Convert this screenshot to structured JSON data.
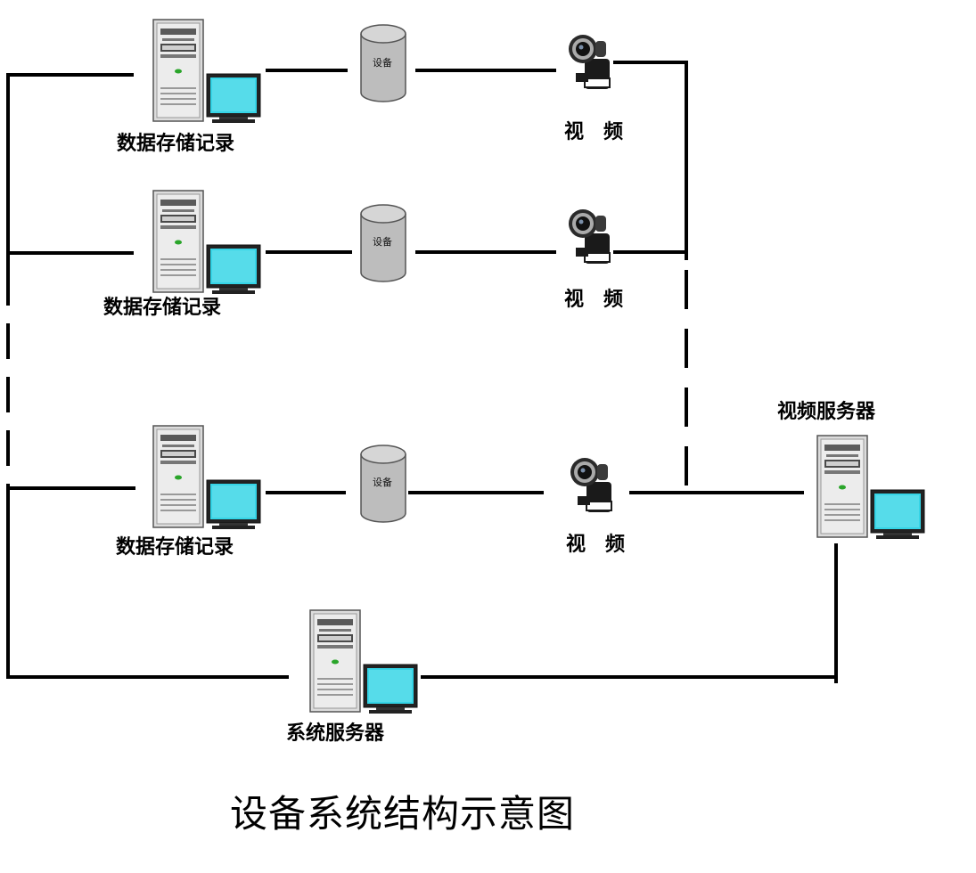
{
  "title": "设备系统结构示意图",
  "rows": [
    {
      "recorder_label": "数据存储记录",
      "device_label": "设备",
      "camera_label": "视　频"
    },
    {
      "recorder_label": "数据存储记录",
      "device_label": "设备",
      "camera_label": "视　频"
    },
    {
      "recorder_label": "数据存储记录",
      "device_label": "设备",
      "camera_label": "视　频"
    }
  ],
  "video_server_label": "视频服务器",
  "system_server_label": "系统服务器",
  "colors": {
    "line": "#000000",
    "monitor_screen": "#35d4e6",
    "tower": "#d8d8d8",
    "cylinder": "#bdbdbd",
    "led": "#2aa52a"
  },
  "icons": {
    "recorder": "server-tower-with-monitor-icon",
    "device": "database-cylinder-icon",
    "camera": "webcam-icon"
  }
}
